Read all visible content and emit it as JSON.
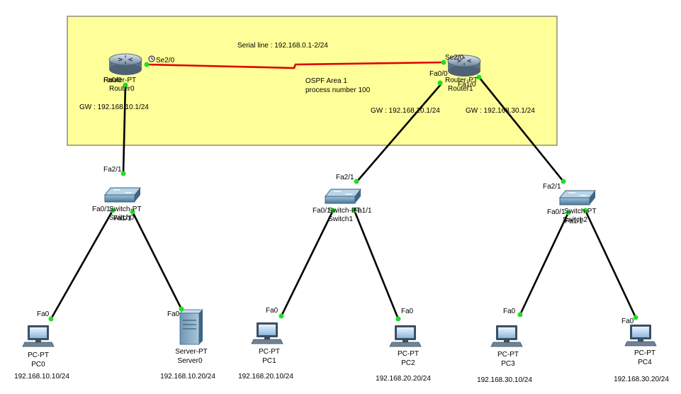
{
  "area": {
    "serial_note": "Serial line : 192.168.0.1-2/24",
    "ospf_line1": "OSPF Area 1",
    "ospf_line2": "process number 100"
  },
  "routers": {
    "r0": {
      "type": "Router-PT",
      "name": "Router0",
      "gw": "GW : 192.168.10.1/24"
    },
    "r1": {
      "type": "Router-PT",
      "name": "Router1",
      "gw_left": "GW : 192.168.20.1/24",
      "gw_right": "GW : 192.168.30.1/24"
    }
  },
  "switches": {
    "s0": {
      "type": "Switch-PT",
      "name": "Switch0"
    },
    "s1": {
      "type": "Switch-PT",
      "name": "Switch1"
    },
    "s2": {
      "type": "Switch-PT",
      "name": "Switch2"
    }
  },
  "ports": {
    "r0_se": "Se2/0",
    "r0_fa": "Fa0/0",
    "r1_se": "Se2/0",
    "r1_fa0": "Fa0/0",
    "r1_fa1": "Fa1/0",
    "s0_up": "Fa2/1",
    "s0_left": "Fa0/1",
    "s0_right": "Fa1/1",
    "s1_up": "Fa2/1",
    "s1_left": "Fa0/1",
    "s1_right": "Fa1/1",
    "s2_up": "Fa2/1",
    "s2_left": "Fa0/1",
    "s2_right": "Fa1/1",
    "pc0": "Fa0",
    "server0": "Fa0",
    "pc1": "Fa0",
    "pc2": "Fa0",
    "pc3": "Fa0",
    "pc4": "Fa0"
  },
  "hosts": [
    {
      "type": "PC-PT",
      "name": "PC0",
      "ip": "192.168.10.10/24"
    },
    {
      "type": "Server-PT",
      "name": "Server0",
      "ip": "192.168.10.20/24"
    },
    {
      "type": "PC-PT",
      "name": "PC1",
      "ip": "192.168.20.10/24"
    },
    {
      "type": "PC-PT",
      "name": "PC2",
      "ip": "192.168.20.20/24"
    },
    {
      "type": "PC-PT",
      "name": "PC3",
      "ip": "192.168.30.10/24"
    },
    {
      "type": "PC-PT",
      "name": "PC4",
      "ip": "192.168.30.20/24"
    }
  ],
  "icons": {
    "router": "router-icon",
    "switch": "switch-icon",
    "pc": "pc-icon",
    "server": "server-icon",
    "clock": "clock-icon"
  },
  "colors": {
    "area_fill": "#ffff99",
    "serial_link": "#e00000",
    "ethernet_link": "#000000",
    "port_up": "#22dd22"
  }
}
